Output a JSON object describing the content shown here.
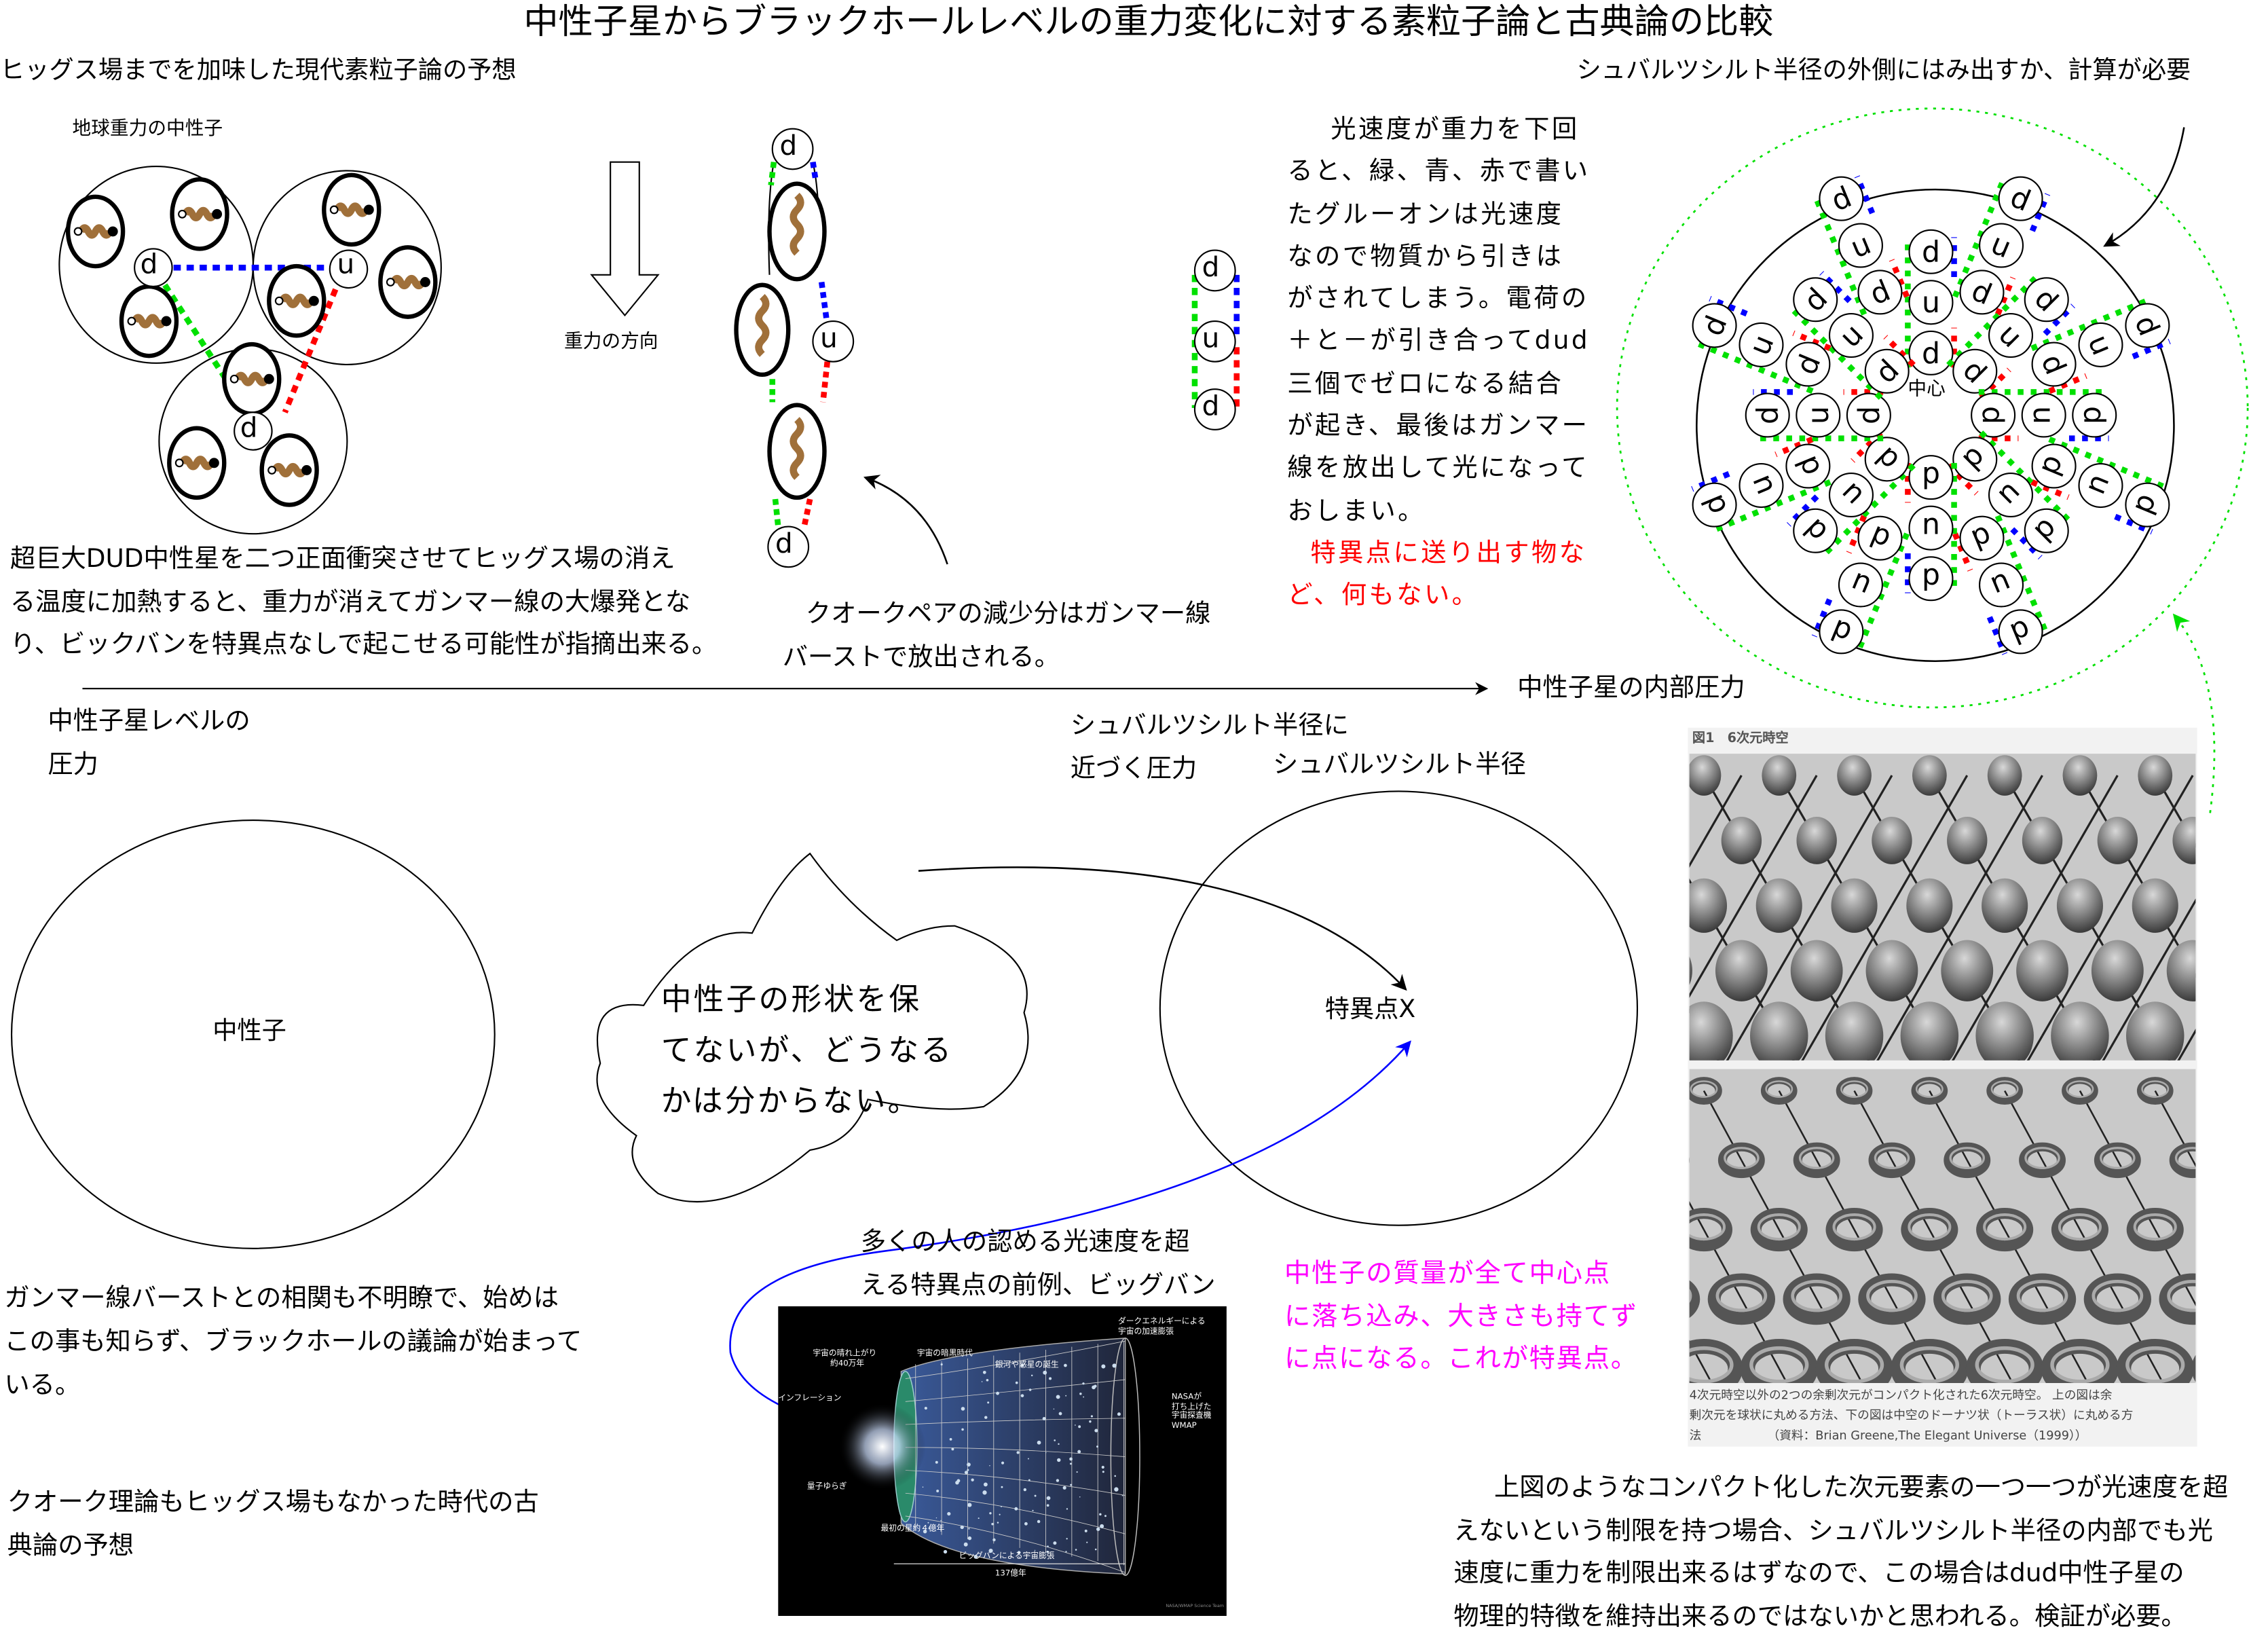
{
  "title": "中性子星からブラックホールレベルの重力変化に対する素粒子論と古典論の比較",
  "top_left_heading": "ヒッグス場までを加味した現代素粒子論の予想",
  "top_right_heading": "シュバルツシルト半径の外側にはみ出すか、計算が必要",
  "earth_neutron_label": "地球重力の中性子",
  "gravity_direction_label": "重力の方向",
  "quark_labels": {
    "d": "d",
    "u": "u"
  },
  "quark_pair_note": [
    "クオークペアの減少分はガンマー線",
    "バーストで放出される。"
  ],
  "light_speed_paragraph": [
    "光速度が重力を下回",
    "ると、緑、青、赤で書い",
    "たグルーオンは光速度",
    "なので物質から引きは",
    "がされてしまう。電荷の",
    "＋と－が引き合ってdud",
    "三個でゼロになる結合",
    "が起き、最後はガンマー",
    "線を放出して光になって",
    "おしまい。"
  ],
  "no_singularity_note": [
    "特異点に送り出す物な",
    "ど、何もない。"
  ],
  "center_label": "中心",
  "spoke_quarks": [
    "d",
    "u",
    "d"
  ],
  "dud_paragraph": [
    "超巨大DUD中性星を二つ正面衝突させてヒッグス場の消え",
    "る温度に加熱すると、重力が消えてガンマー線の大爆発とな",
    "り、ビックバンを特異点なしで起こせる可能性が指摘出来る。"
  ],
  "axis": {
    "right_label": "中性子星の内部圧力",
    "left_label": [
      "中性子星レベルの",
      "圧力"
    ],
    "mid_label": [
      "シュバルツシルト半径に",
      "近づく圧力"
    ],
    "schwarzschild_label": "シュバルツシルト半径"
  },
  "neutron_label": "中性子",
  "cloud_text": [
    "中性子の形状を保",
    "てないが、どうなる",
    "かは分からない。"
  ],
  "singularity_label": "特異点X",
  "gamma_paragraph": [
    "ガンマー線バーストとの相関も不明瞭で、始めは",
    "この事も知らず、ブラックホールの議論が始まって",
    "いる。"
  ],
  "classical_paragraph": [
    "クオーク理論もヒッグス場もなかった時代の古",
    "典論の予想"
  ],
  "bigbang_caption": [
    "多くの人の認める光速度を超",
    "える特異点の前例、ビッグバン"
  ],
  "bigbang_image": {
    "labels": {
      "dark_energy": [
        "ダークエネルギーによる",
        "宇宙の加速膨張"
      ],
      "clear_up": [
        "宇宙の晴れ上がり",
        "約40万年"
      ],
      "dark_age": "宇宙の暗黒時代",
      "galaxies": "銀河や惑星の誕生",
      "inflation": "インフレーション",
      "nasa": [
        "NASAが",
        "打ち上げた",
        "宇宙探査機",
        "WMAP"
      ],
      "quantum": "量子ゆらぎ",
      "first_stars": "最初の星約４億年",
      "expansion": "ビッグバンによる宇宙膨張",
      "age": "137億年",
      "credit": "NASA/WMAP Science Team"
    }
  },
  "singularity_paragraph": [
    "中性子の質量が全て中心点",
    "に落ち込み、大きさも持てず",
    "に点になる。これが特異点。"
  ],
  "figure6d": {
    "title": "図1　6次元時空",
    "caption": [
      "4次元時空以外の2つの余剰次元がコンパクト化された6次元時空。 上の図は余",
      "剰次元を球状に丸める方法、下の図は中空のドーナツ状（トーラス状）に丸める方",
      "法　　　　　　（資料：Brian Greene,The Elegant Universe（1999））"
    ]
  },
  "compact_paragraph": [
    "上図のようなコンパクト化した次元要素の一つ一つが光速度を超",
    "えないという制限を持つ場合、シュバルツシルト半径の内部でも光",
    "速度に重力を制限出来るはずなので、この場合はdud中性子星の",
    "物理的特徴を維持出来るのではないかと思われる。検証が必要。"
  ],
  "colors": {
    "green": "#00e000",
    "blue": "#0000ff",
    "red": "#ff0000",
    "magenta": "#ff00ff",
    "spring": "#a0703a"
  }
}
